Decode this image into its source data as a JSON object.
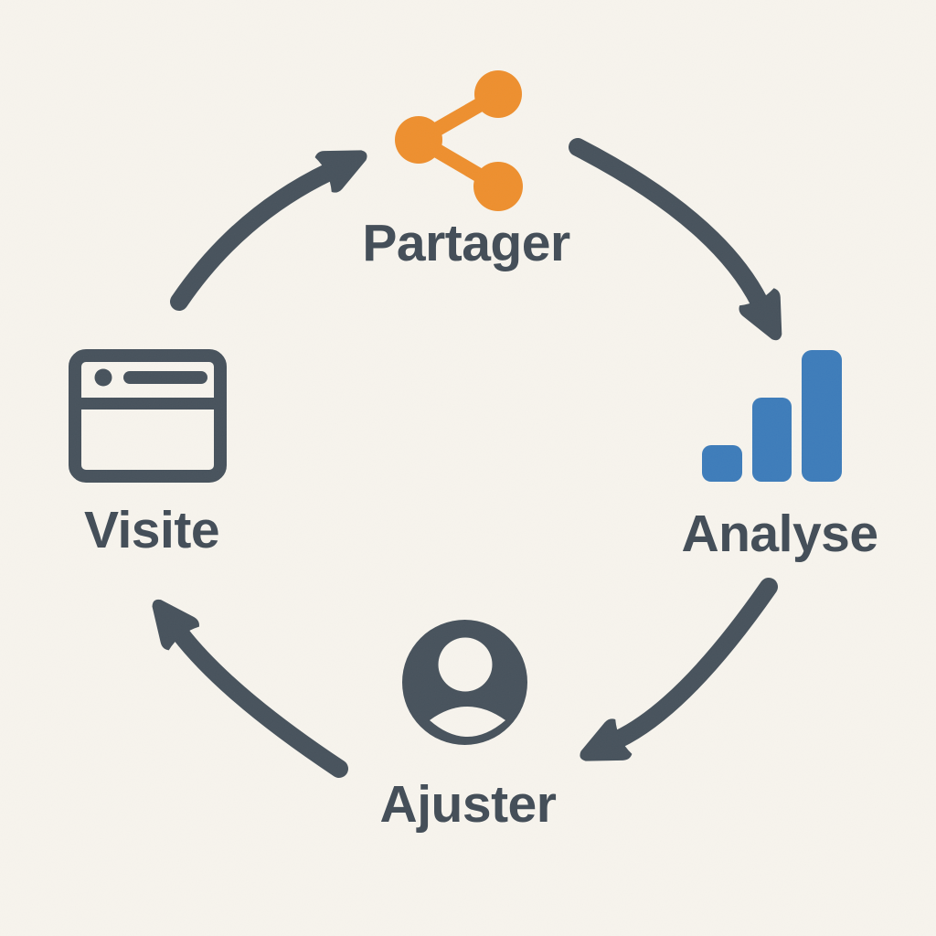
{
  "diagram": {
    "type": "cycle",
    "language": "fr",
    "nodes": [
      {
        "id": "partager",
        "label": "Partager",
        "icon": "share-icon",
        "icon_color": "#EE8F2E",
        "position": "top"
      },
      {
        "id": "analyse",
        "label": "Analyse",
        "icon": "bar-chart-icon",
        "icon_color": "#3D7CBA",
        "position": "right"
      },
      {
        "id": "ajuster",
        "label": "Ajuster",
        "icon": "user-circle-icon",
        "icon_color": "#47525C",
        "position": "bottom"
      },
      {
        "id": "visite",
        "label": "Visite",
        "icon": "browser-window-icon",
        "icon_color": "#47525C",
        "position": "left"
      }
    ],
    "arrows": [
      {
        "from": "visite",
        "to": "partager"
      },
      {
        "from": "partager",
        "to": "analyse"
      },
      {
        "from": "analyse",
        "to": "ajuster"
      },
      {
        "from": "ajuster",
        "to": "visite"
      }
    ]
  },
  "colors": {
    "bg": "#F7F4ED",
    "slate": "#47525C",
    "text": "#454F59",
    "orange": "#EE8F2E",
    "blue": "#3D7CBA"
  }
}
